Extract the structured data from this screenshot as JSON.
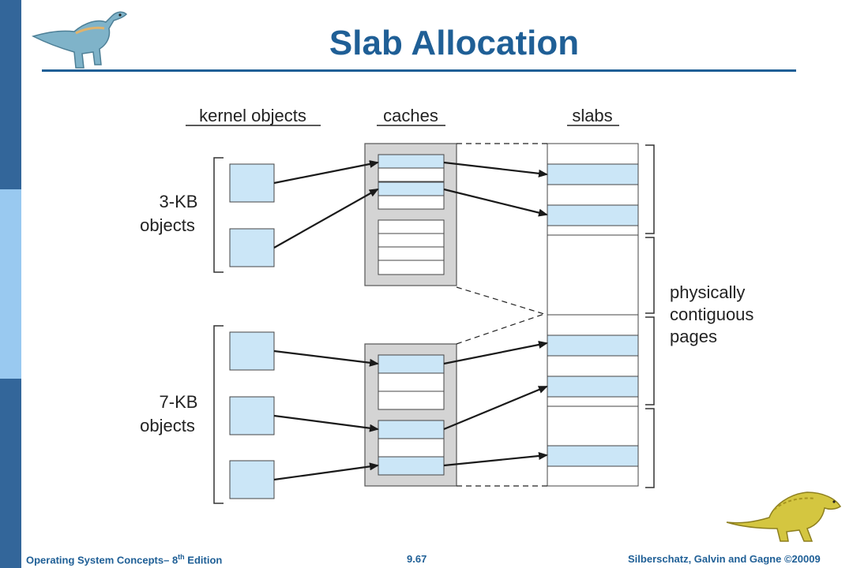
{
  "slide": {
    "title": "Slab Allocation",
    "footer_left_main": "Operating System Concepts– 8",
    "footer_left_sup": "th",
    "footer_left_tail": " Edition",
    "page_number": "9.67",
    "copyright": "Silberschatz, Galvin and Gagne ©20009"
  },
  "diagram": {
    "col_kernel": "kernel objects",
    "col_caches": "caches",
    "col_slabs": "slabs",
    "group_3kb_line1": "3-KB",
    "group_3kb_line2": "objects",
    "group_7kb_line1": "7-KB",
    "group_7kb_line2": "objects",
    "pages_line1": "physically",
    "pages_line2": "contiguous",
    "pages_line3": "pages"
  },
  "colors": {
    "sidebar_dark": "#33669a",
    "sidebar_light": "#99c9f0",
    "title_blue": "#1f5f96",
    "object_fill": "#cbe6f7",
    "cache_gray": "#d4d4d4"
  },
  "icons": {
    "top_left": "dinosaur-icon",
    "bottom_right": "dinosaur-icon"
  }
}
